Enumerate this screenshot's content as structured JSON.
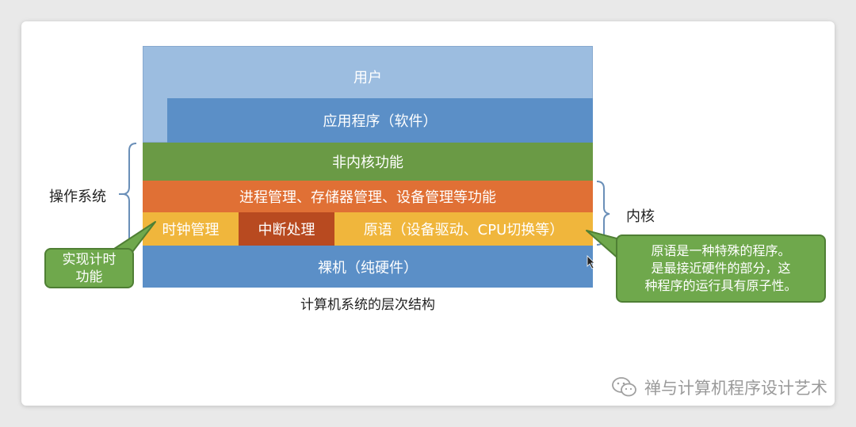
{
  "layers": {
    "user": "用户",
    "application": "应用程序（软件）",
    "non_kernel": "非内核功能",
    "kernel_management": "进程管理、存储器管理、设备管理等功能",
    "clock": "时钟管理",
    "interrupt": "中断处理",
    "primitive": "原语（设备驱动、CPU切换等）",
    "bare_machine": "裸机（纯硬件）"
  },
  "labels": {
    "os": "操作系统",
    "kernel": "内核"
  },
  "callouts": {
    "timer": [
      "实现计时",
      "功能"
    ],
    "primitive_note": [
      "原语是一种特殊的程序。",
      "是最接近硬件的部分，这",
      "种程序的运行具有原子性。"
    ]
  },
  "caption": "计算机系统的层次结构",
  "watermark": "禅与计算机程序设计艺术",
  "colors": {
    "user": "#9cbde0",
    "application": "#5b8fc7",
    "non_kernel": "#6a9a45",
    "kernel_management": "#e07035",
    "clock": "#f0b63c",
    "interrupt": "#b84a20",
    "primitive": "#f0b63c",
    "bare_machine": "#5b8fc7",
    "callout": "#6fa84c"
  }
}
